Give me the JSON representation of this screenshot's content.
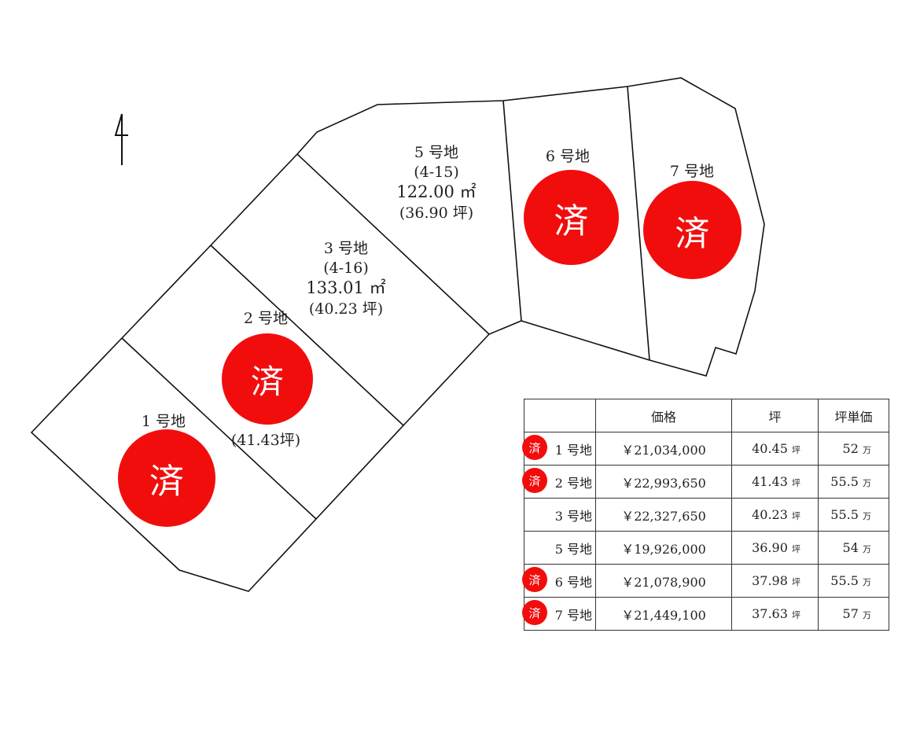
{
  "lots": [
    {
      "id": "1",
      "name": "1 号地",
      "sold": true,
      "stamp": "済"
    },
    {
      "id": "2",
      "name": "2 号地",
      "area_tsubo": "(41.43坪)",
      "sold": true,
      "stamp": "済"
    },
    {
      "id": "3",
      "name": "3 号地",
      "chiban": "(4-16)",
      "area_m2": "133.01 ㎡",
      "area_tsubo": "(40.23 坪)",
      "sold": false
    },
    {
      "id": "5",
      "name": "5 号地",
      "chiban": "(4-15)",
      "area_m2": "122.00 ㎡",
      "area_tsubo": "(36.90 坪)",
      "sold": false
    },
    {
      "id": "6",
      "name": "6 号地",
      "sold": true,
      "stamp": "済"
    },
    {
      "id": "7",
      "name": "7 号地",
      "sold": true,
      "stamp": "済"
    }
  ],
  "table": {
    "headers": [
      "",
      "価格",
      "坪",
      "坪単価"
    ],
    "tsubo_unit": "坪",
    "man_unit": "万",
    "rows": [
      {
        "lot": "1 号地",
        "price": "￥21,034,000",
        "tsubo": "40.45",
        "unit_price": "52",
        "sold": true
      },
      {
        "lot": "2 号地",
        "price": "￥22,993,650",
        "tsubo": "41.43",
        "unit_price": "55.5",
        "sold": true
      },
      {
        "lot": "3 号地",
        "price": "￥22,327,650",
        "tsubo": "40.23",
        "unit_price": "55.5",
        "sold": false
      },
      {
        "lot": "5 号地",
        "price": "￥19,926,000",
        "tsubo": "36.90",
        "unit_price": "54",
        "sold": false
      },
      {
        "lot": "6 号地",
        "price": "￥21,078,900",
        "tsubo": "37.98",
        "unit_price": "55.5",
        "sold": true
      },
      {
        "lot": "7 号地",
        "price": "￥21,449,100",
        "tsubo": "37.63",
        "unit_price": "57",
        "sold": true
      }
    ]
  },
  "colors": {
    "stamp": "#f20d0d",
    "line": "#111111"
  }
}
